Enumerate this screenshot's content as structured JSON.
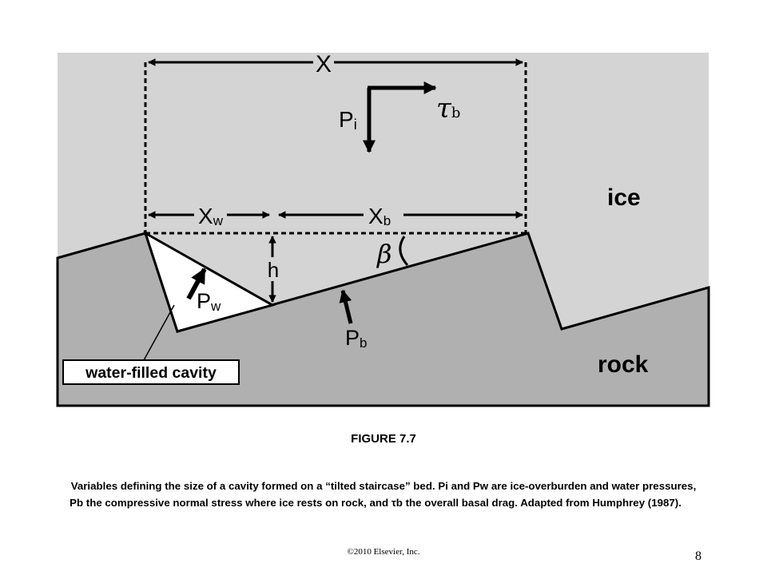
{
  "diagram": {
    "labels": {
      "x": "X",
      "xw_main": "X",
      "xw_sub": "w",
      "xb_main": "X",
      "xb_sub": "b",
      "pi_main": "P",
      "pi_sub": "i",
      "tau_main": "τ",
      "tau_sub": "b",
      "h": "h",
      "beta": "β",
      "pw_main": "P",
      "pw_sub": "w",
      "pb_main": "P",
      "pb_sub": "b",
      "ice": "ice",
      "rock": "rock",
      "cavity": "water-filled cavity"
    },
    "colors": {
      "ice": "#d4d4d4",
      "rock": "#b0b0b0",
      "cavity": "#ffffff",
      "ink": "#000000"
    }
  },
  "figure": {
    "title": "FIGURE 7.7",
    "caption_line1": "Variables defining the size of a cavity formed on a “tilted staircase” bed. Pi and Pw are ice-overburden and water pressures,",
    "caption_line2": "Pb the compressive normal stress where ice rests on rock, and τb the overall basal drag. Adapted from Humphrey (1987)."
  },
  "footer": {
    "copyright": "©2010 Elsevier,  Inc.",
    "page_number": "8"
  }
}
